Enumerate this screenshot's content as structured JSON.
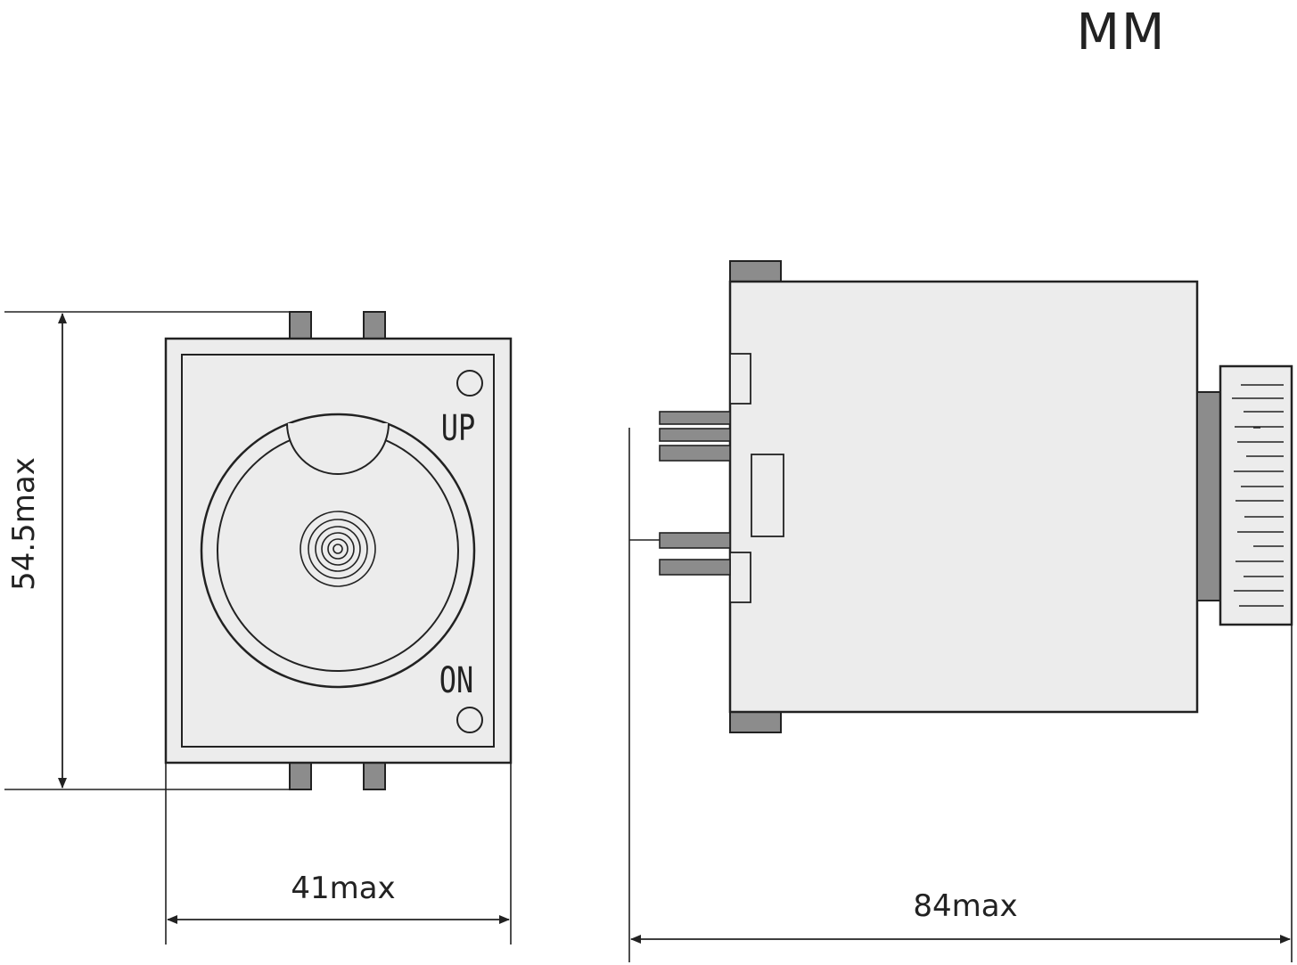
{
  "unit_label": "MM",
  "front_view": {
    "height_label": "54.5max",
    "width_label": "41max",
    "up_label": "UP",
    "on_label": "ON"
  },
  "side_view": {
    "length_label": "84max"
  },
  "colors": {
    "body_fill": "#ececec",
    "outline": "#222222",
    "pin_fill": "#8c8c8c",
    "dimension_line": "#222222"
  }
}
